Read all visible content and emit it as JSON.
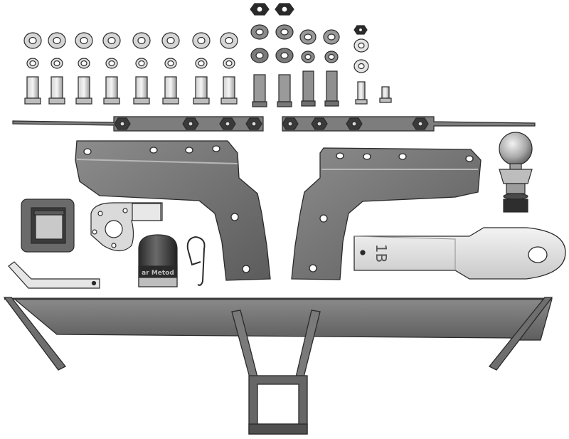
{
  "image": {
    "background": "#ffffff",
    "colors": {
      "outline": "#2a2a2a",
      "steel_dark": "#6f6f6f",
      "steel_mid": "#9a9a9a",
      "steel_light": "#d8d8d8",
      "zinc": "#bdbdbd",
      "black": "#1e1e1e"
    }
  },
  "labels": {
    "drawbar_stamp": "1B",
    "cover_text": "ar Metod"
  },
  "parts": [
    {
      "name": "washer"
    },
    {
      "name": "lock-washer"
    },
    {
      "name": "hex-bolt"
    },
    {
      "name": "hex-nut"
    },
    {
      "name": "reinforcement-strip"
    },
    {
      "name": "side-bracket-left"
    },
    {
      "name": "side-bracket-right"
    },
    {
      "name": "tow-ball"
    },
    {
      "name": "receiver-cap"
    },
    {
      "name": "socket-mounting-plate"
    },
    {
      "name": "tow-ball-cover"
    },
    {
      "name": "hitch-pin-clip"
    },
    {
      "name": "hitch-pin"
    },
    {
      "name": "ball-mount-drawbar"
    },
    {
      "name": "main-crossbar-receiver"
    }
  ]
}
